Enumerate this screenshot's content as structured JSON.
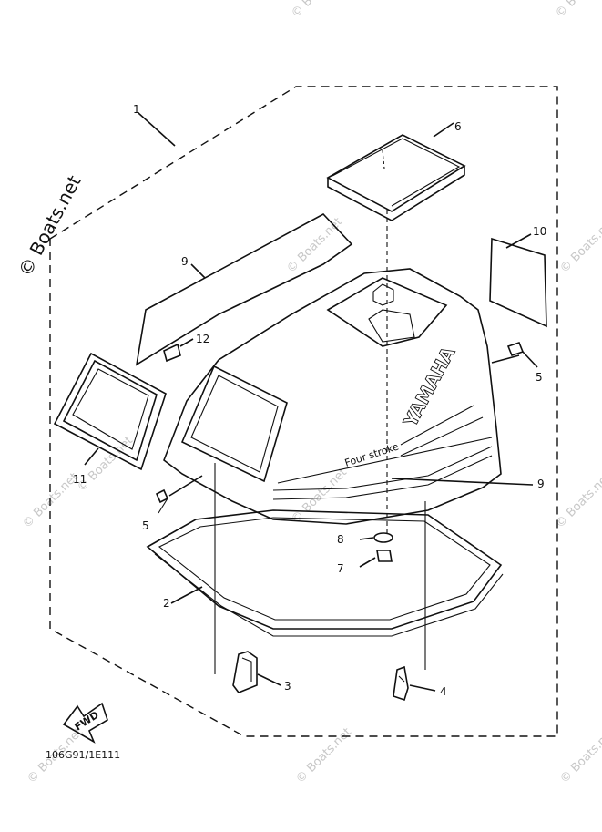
{
  "watermark": "© Boats.net",
  "diagram_code": "106G91/1E111",
  "fwd_label": "FWD",
  "brand_text": "YAMAHA",
  "model_text": "Four stroke",
  "callouts": [
    {
      "id": "c1",
      "text": "1"
    },
    {
      "id": "c6",
      "text": "6"
    },
    {
      "id": "c10",
      "text": "10"
    },
    {
      "id": "c9a",
      "text": "9"
    },
    {
      "id": "c12",
      "text": "12"
    },
    {
      "id": "c5a",
      "text": "5"
    },
    {
      "id": "c11",
      "text": "11"
    },
    {
      "id": "c9b",
      "text": "9"
    },
    {
      "id": "c5b",
      "text": "5"
    },
    {
      "id": "c8",
      "text": "8"
    },
    {
      "id": "c7",
      "text": "7"
    },
    {
      "id": "c2",
      "text": "2"
    },
    {
      "id": "c3",
      "text": "3"
    },
    {
      "id": "c4",
      "text": "4"
    }
  ]
}
